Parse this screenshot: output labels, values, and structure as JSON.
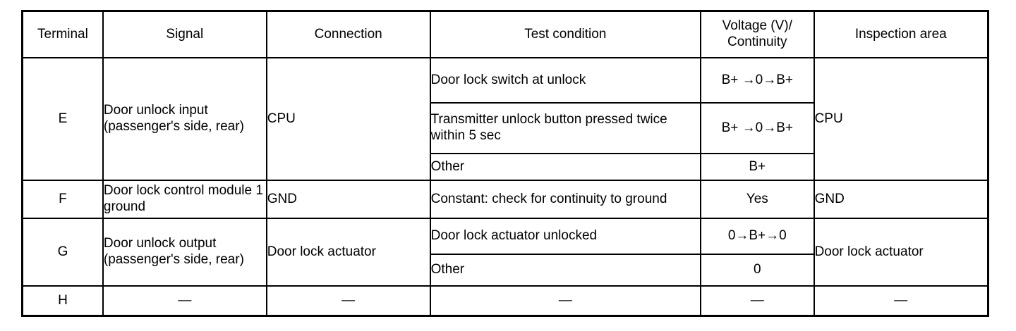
{
  "table": {
    "headers": {
      "terminal": "Terminal",
      "signal": "Signal",
      "connection": "Connection",
      "test_condition": "Test condition",
      "voltage": "Voltage (V)/ Continuity",
      "inspection_area": "Inspection area"
    },
    "rows": [
      {
        "terminal": "E",
        "signal": "Door unlock input (passenger's side, rear)",
        "connection": "CPU",
        "inspection_area": "CPU",
        "conditions": [
          {
            "test_condition": "Door lock switch at unlock",
            "voltage": "B+ →0→B+"
          },
          {
            "test_condition": "Transmitter unlock button pressed twice within 5 sec",
            "voltage": "B+ →0→B+"
          },
          {
            "test_condition": "Other",
            "voltage": "B+"
          }
        ]
      },
      {
        "terminal": "F",
        "signal": "Door lock control module 1 ground",
        "connection": "GND",
        "inspection_area": "GND",
        "conditions": [
          {
            "test_condition": "Constant: check for continuity to ground",
            "voltage": "Yes"
          }
        ]
      },
      {
        "terminal": "G",
        "signal": "Door unlock output (passenger's side, rear)",
        "connection": "Door lock actuator",
        "inspection_area": "Door lock actuator",
        "conditions": [
          {
            "test_condition": "Door lock actuator unlocked",
            "voltage": "0→B+→0"
          },
          {
            "test_condition": "Other",
            "voltage": "0"
          }
        ]
      },
      {
        "terminal": "H",
        "signal": "—",
        "connection": "—",
        "inspection_area": "—",
        "conditions": [
          {
            "test_condition": "—",
            "voltage": "—"
          }
        ]
      }
    ]
  }
}
